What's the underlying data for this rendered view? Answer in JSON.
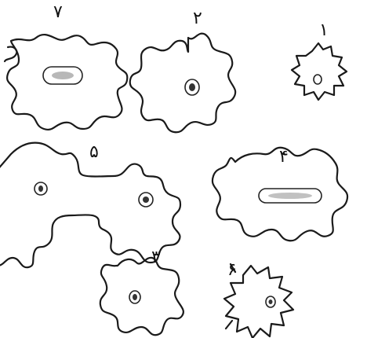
{
  "figure": {
    "labels": {
      "fig1": "۱",
      "fig2": "۲",
      "fig3": "۳",
      "fig4": "۴",
      "fig5": "۵",
      "fig6": "۶",
      "fig7": "۷"
    }
  }
}
